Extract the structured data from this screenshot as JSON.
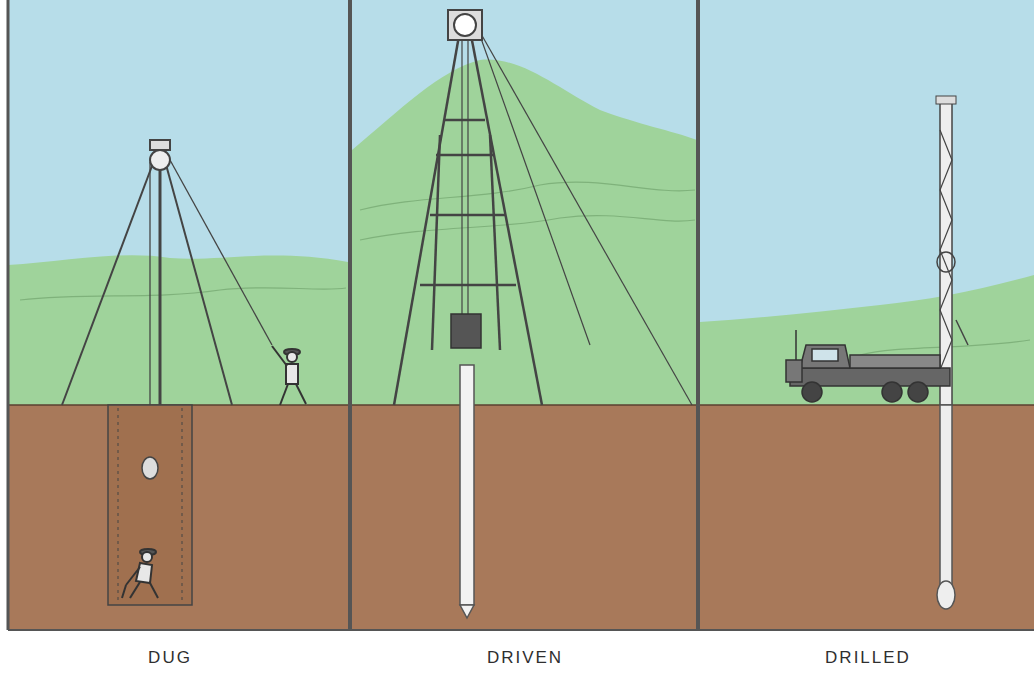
{
  "diagram": {
    "labels": [
      "DUG",
      "DRIVEN",
      "DRILLED"
    ]
  }
}
